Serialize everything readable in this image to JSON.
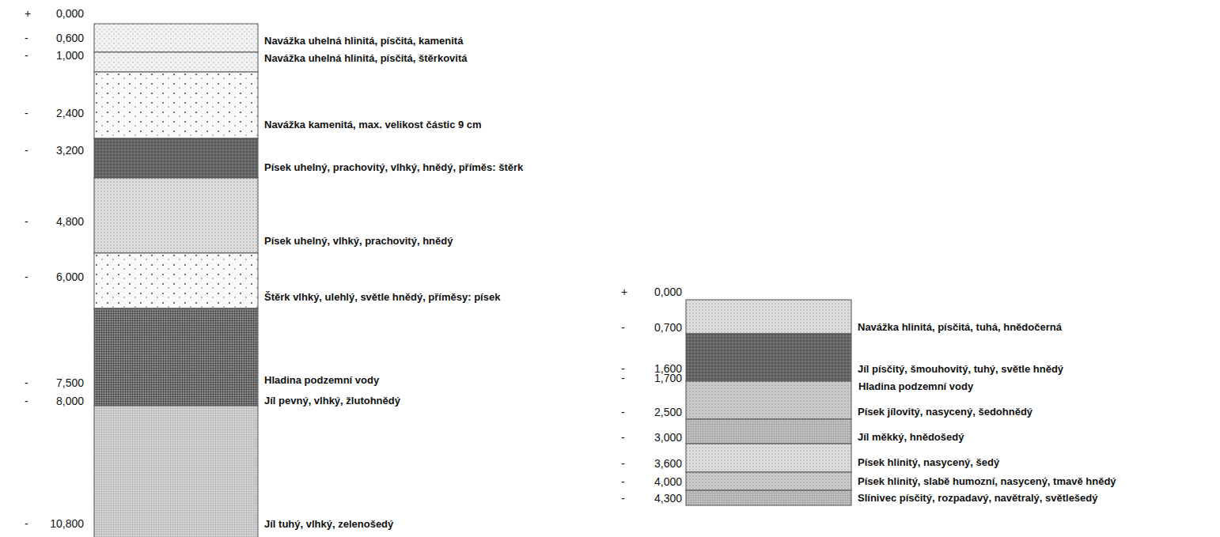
{
  "diagram": {
    "nodes": [
      {
        "text": [
          "Navážka uhelná hlinitá, písčitá, kamenitá"
        ]
      },
      {
        "text": [
          "Navážka uhelná hlinitá, písčitá, štěrkovitá"
        ]
      },
      {
        "text": [
          "Navážka kamenitá, max. velikost částic 9 cm"
        ]
      },
      {
        "text": [
          "Písek uhelný, prachovitý, vlhký, hnědý, příměs: štěrk"
        ]
      },
      {
        "text": [
          "Písek uhelný, vlhký, prachovitý, hnědý"
        ]
      },
      {
        "text": [
          "Štěrk vlhký, ulehlý, světle hnědý, příměsy: písek"
        ]
      },
      {
        "text": [
          "Jíl pevný, vlhký, žlutohnědý"
        ]
      },
      {
        "text": [
          "Jíl tuhý, vlhký, zelenošedý"
        ]
      },
      {
        "text": [
          "Navážka hlinitá, písčitá, tuhá, hnědočerná"
        ]
      },
      {
        "text": [
          "Jíl písčitý, šmouhovitý, tuhý, světle hnědý"
        ]
      },
      {
        "text": [
          "Písek jílovitý, nasycený, šedohnědý"
        ]
      },
      {
        "text": [
          "Jíl měkký, hnědošedý"
        ]
      },
      {
        "text": [
          "Písek hlinitý, nasycený, šedý"
        ]
      },
      {
        "text": [
          "Písek hlinitý, slabě humozní, nasycený, tmavě hnědý"
        ]
      },
      {
        "text": [
          "Slínivec písčitý, rozpadavý, navětralý, světlešedý"
        ]
      }
    ],
    "labels": [
      "+",
      "0,000",
      "-",
      "0,600",
      "-",
      "1,000",
      "-",
      "2,400",
      "-",
      "3,200",
      "-",
      "4,800",
      "-",
      "6,000",
      "-",
      "7,500",
      "-",
      "8,000",
      "-",
      "10,800",
      "Hladina podzemní vody",
      "+",
      "0,000",
      "-",
      "0,700",
      "-",
      "1,600",
      "-",
      "1,700",
      "-",
      "2,500",
      "-",
      "3,000",
      "-",
      "3,600",
      "-",
      "4,000",
      "-",
      "4,300",
      "Hladina podzemní vody"
    ]
  }
}
